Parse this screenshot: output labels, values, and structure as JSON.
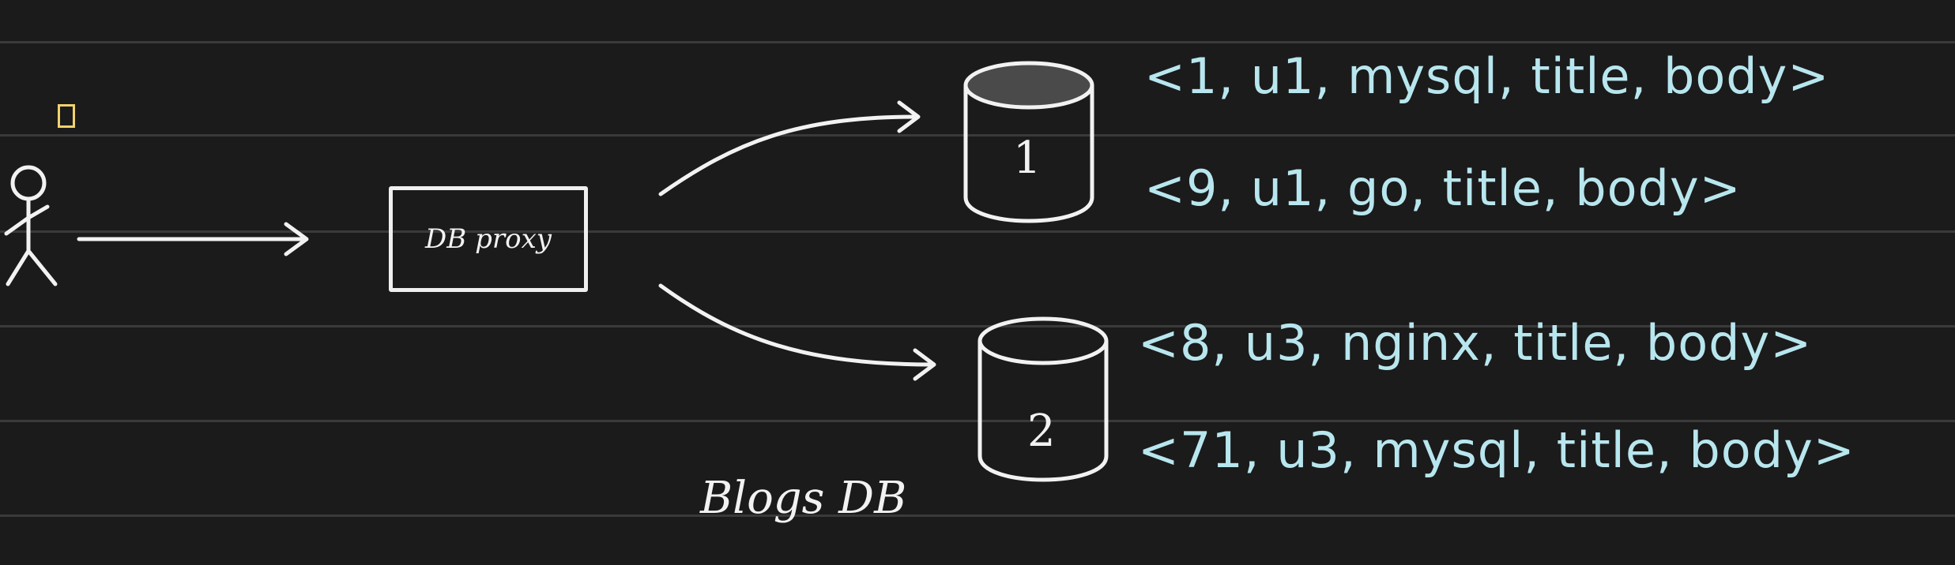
{
  "diagram": {
    "proxy_label": "DB proxy",
    "db_caption": "Blogs DB",
    "shards": [
      {
        "label": "1",
        "rows": [
          "<1, u1, mysql, title, body>",
          "<9, u1, go, title, body>"
        ]
      },
      {
        "label": "2",
        "rows": [
          "<8, u3, nginx, title, body>",
          "<71, u3, mysql, title, body>"
        ]
      }
    ]
  },
  "colors": {
    "background": "#1b1b1b",
    "ruled_line": "#3a3a3a",
    "ink": "#f2f2f2",
    "tuple_ink": "#b8e6ee",
    "cursor_ink": "#f2d26b"
  },
  "icons": {
    "user": "stick-figure-icon",
    "database": "cylinder-icon",
    "arrow": "arrow-icon"
  }
}
